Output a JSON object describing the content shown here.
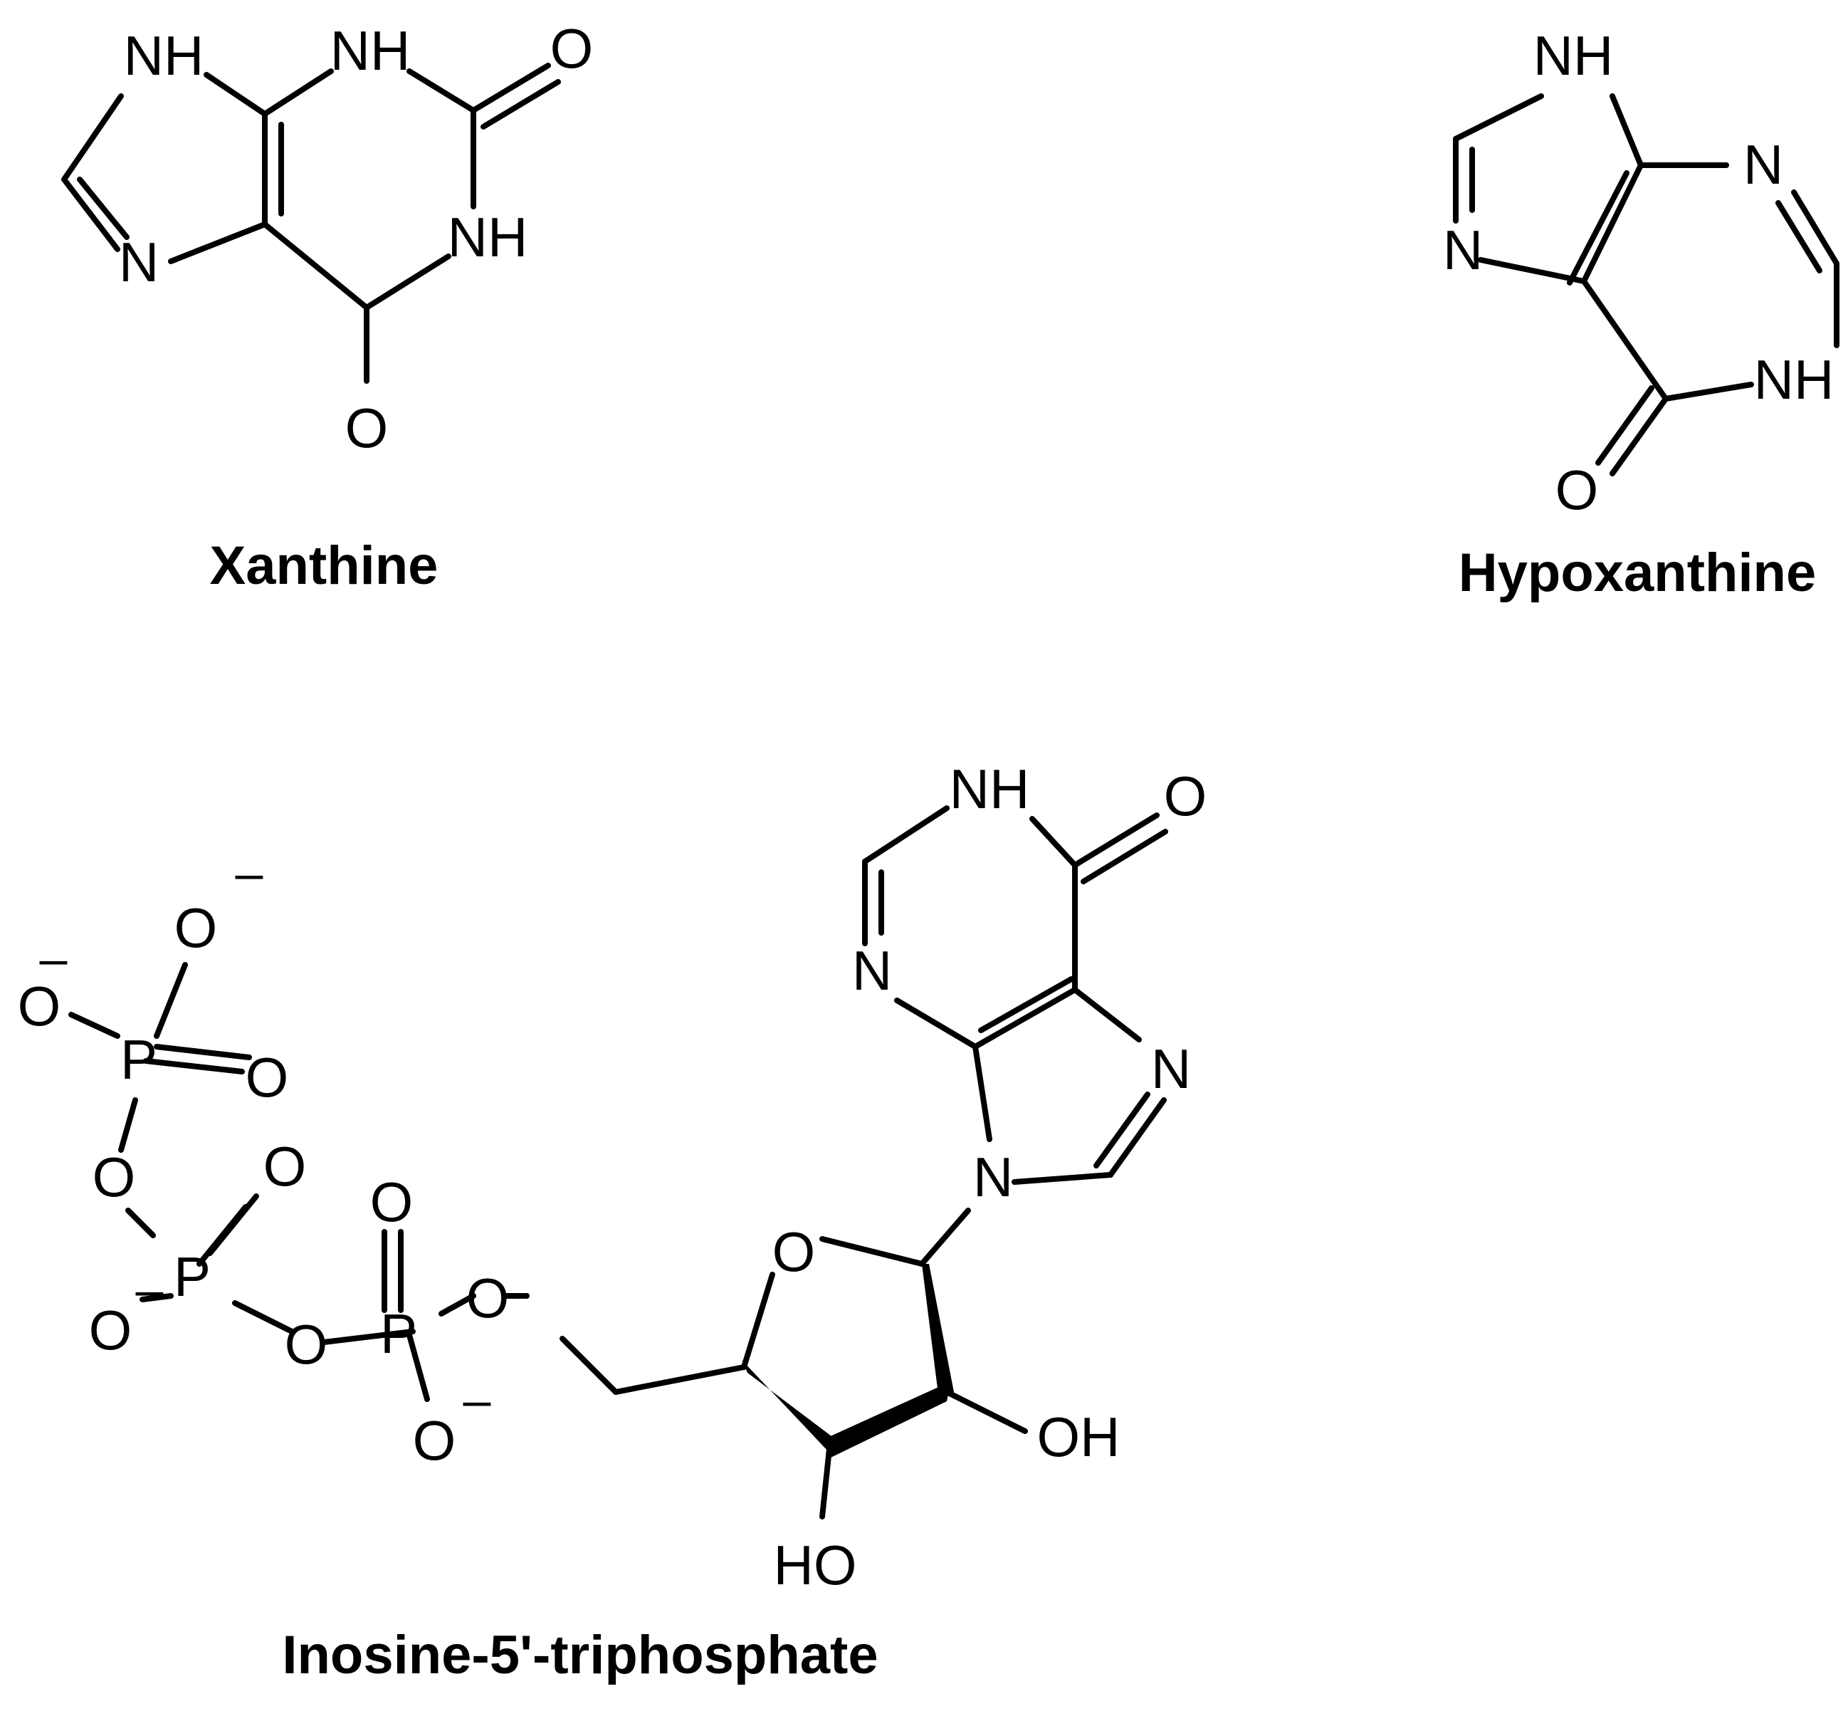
{
  "compounds": [
    {
      "name": "Xanthine",
      "atoms": [
        {
          "id": "n_im_h",
          "label": "NH"
        },
        {
          "id": "n_im",
          "label": "N"
        },
        {
          "id": "n1",
          "label": "NH"
        },
        {
          "id": "n3",
          "label": "NH"
        },
        {
          "id": "o_a",
          "label": "O"
        },
        {
          "id": "o_b",
          "label": "O"
        }
      ]
    },
    {
      "name": "Hypoxanthine",
      "atoms": [
        {
          "id": "n_im_h",
          "label": "NH"
        },
        {
          "id": "n_im",
          "label": "N"
        },
        {
          "id": "n_a",
          "label": "N"
        },
        {
          "id": "n_h",
          "label": "NH"
        },
        {
          "id": "o",
          "label": "O"
        }
      ]
    },
    {
      "name": "Inosine-5'-triphosphate",
      "atoms": [
        {
          "id": "nh",
          "label": "NH"
        },
        {
          "id": "o_keto",
          "label": "O"
        },
        {
          "id": "n_a",
          "label": "N"
        },
        {
          "id": "n_b",
          "label": "N"
        },
        {
          "id": "n_c",
          "label": "N"
        },
        {
          "id": "o_ring",
          "label": "O"
        },
        {
          "id": "oh_a",
          "label": "OH"
        },
        {
          "id": "oh_b",
          "label": "HO"
        },
        {
          "id": "o_link1",
          "label": "O"
        },
        {
          "id": "p1",
          "label": "P"
        },
        {
          "id": "o_p1_dbl",
          "label": "O"
        },
        {
          "id": "o_p1_neg",
          "label": "O"
        },
        {
          "id": "o_link2",
          "label": "O"
        },
        {
          "id": "p2",
          "label": "P"
        },
        {
          "id": "o_p2_dbl",
          "label": "O"
        },
        {
          "id": "o_p2_neg",
          "label": "O"
        },
        {
          "id": "o_link3",
          "label": "O"
        },
        {
          "id": "p3",
          "label": "P"
        },
        {
          "id": "o_p3_dbl",
          "label": "O"
        },
        {
          "id": "o_p3_neg1",
          "label": "O"
        },
        {
          "id": "o_p3_neg2",
          "label": "O"
        }
      ],
      "charges": [
        "–",
        "–",
        "–",
        "–"
      ]
    }
  ]
}
